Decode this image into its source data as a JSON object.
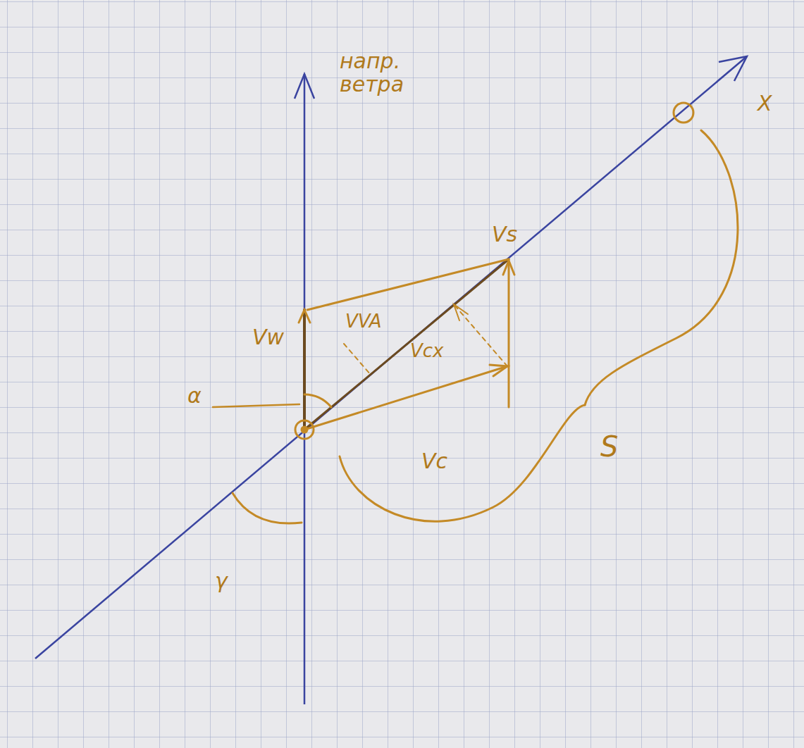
{
  "diagram": {
    "labels": [
      "напр. ветра",
      "X",
      "Vs",
      "Vw",
      "VVA",
      "Vcx",
      "α",
      "Vc",
      "S",
      "γ"
    ]
  }
}
